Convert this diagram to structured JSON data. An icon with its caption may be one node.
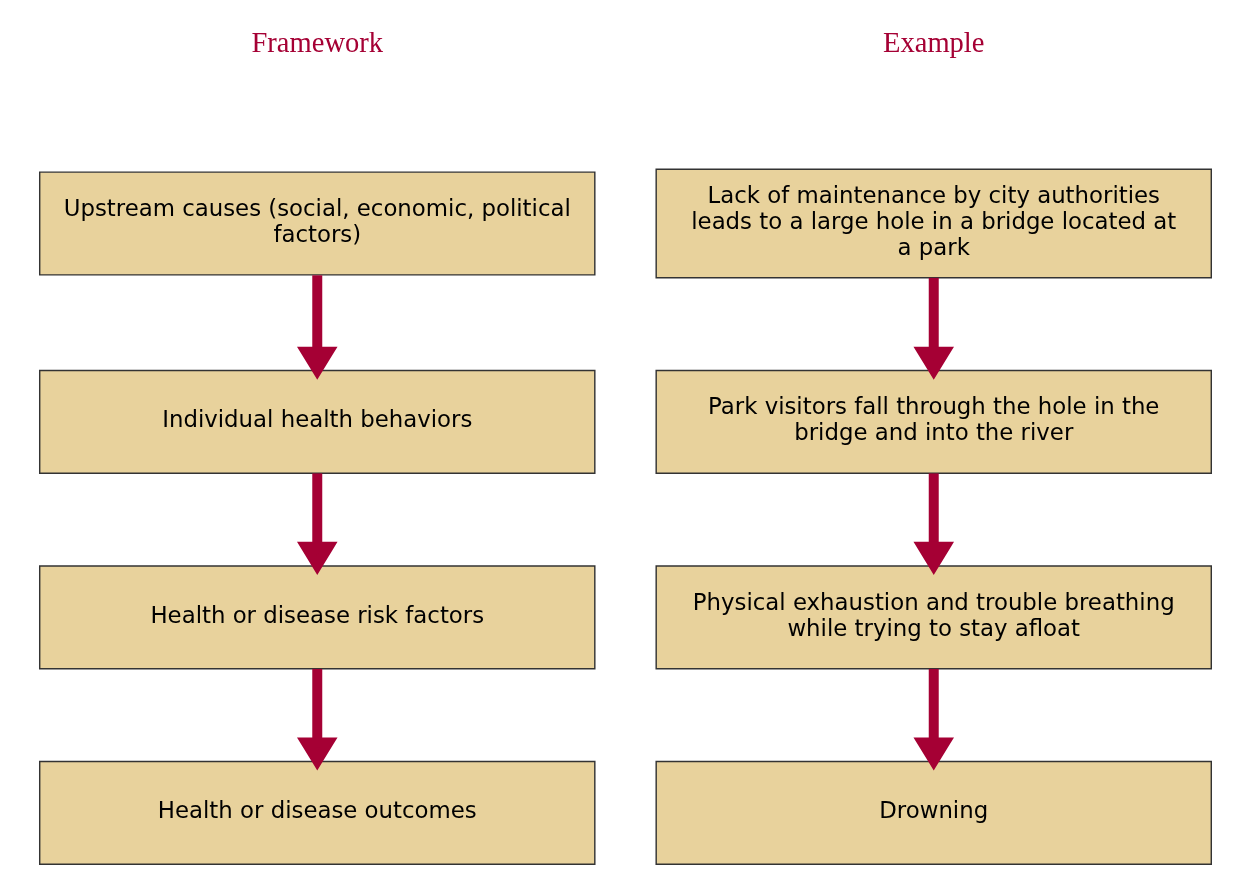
{
  "diagram": {
    "nodes": [
      {
        "text": [
          "Upstream causes (social, economic, political factors)"
        ]
      },
      {
        "text": [
          "Lack of maintenance by city authorities leads to a large hole in a bridge located at a park"
        ]
      },
      {
        "text": [
          "Individual health behaviors"
        ]
      },
      {
        "text": [
          "Park visitors fall through the hole in the bridge and into the river"
        ]
      },
      {
        "text": [
          "Health or disease risk factors"
        ]
      },
      {
        "text": [
          "Physical exhaustion and trouble breathing while trying to stay afloat"
        ]
      },
      {
        "text": [
          "Health or disease outcomes"
        ]
      },
      {
        "text": [
          "Drowning"
        ]
      }
    ],
    "edges": [
      {
        "from": 0,
        "to": 2,
        "arrow": "to"
      },
      {
        "from": 2,
        "to": 4,
        "arrow": "to"
      },
      {
        "from": 4,
        "to": 6,
        "arrow": "to"
      },
      {
        "from": 1,
        "to": 3,
        "arrow": "to"
      },
      {
        "from": 3,
        "to": 5,
        "arrow": "to"
      },
      {
        "from": 5,
        "to": 7,
        "arrow": "to"
      }
    ],
    "labels": [
      "Framework",
      "Example"
    ]
  }
}
